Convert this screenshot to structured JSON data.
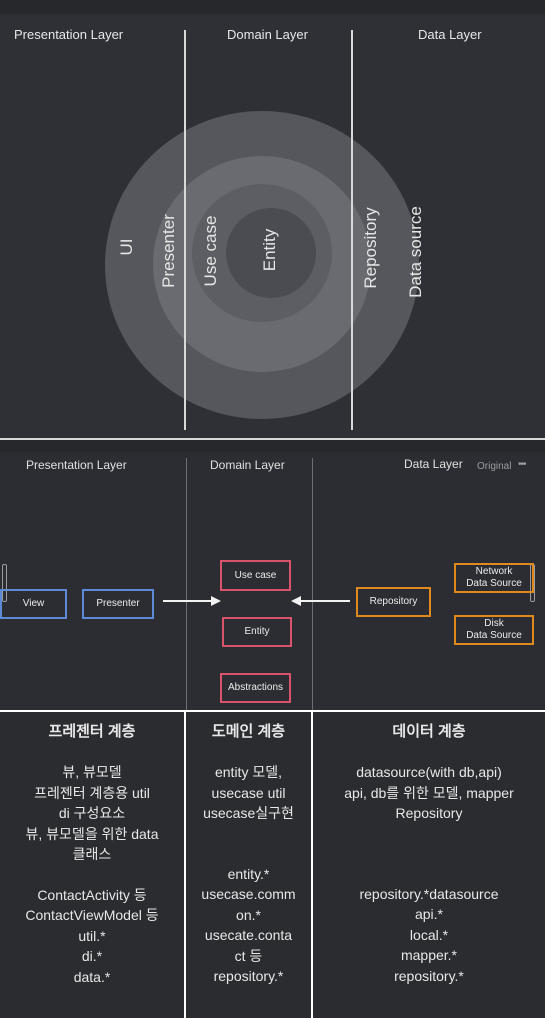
{
  "top_diagram": {
    "headers": [
      "Presentation Layer",
      "Domain Layer",
      "Data Layer"
    ],
    "ring_labels": [
      "UI",
      "Presenter",
      "Use case",
      "Entity",
      "Repository",
      "Data source"
    ]
  },
  "mid_diagram": {
    "headers": [
      "Presentation Layer",
      "Domain Layer",
      "Data Layer"
    ],
    "toolbar": {
      "original_label": "Original",
      "more_label": "•••"
    },
    "boxes": {
      "view": "View",
      "presenter": "Presenter",
      "use_case": "Use case",
      "entity": "Entity",
      "abstractions": "Abstractions",
      "repository": "Repository",
      "network_data_source": "Network\nData Source",
      "disk_data_source": "Disk\nData Source"
    }
  },
  "table": {
    "columns": [
      {
        "header": "프레젠터 계층",
        "row1": "뷰, 뷰모델\n프레젠터 계층용 util\ndi 구성요소\n뷰, 뷰모델을 위한 data\n클래스",
        "row2": "ContactActivity 등\nContactViewModel 등\nutil.*\ndi.*\ndata.*"
      },
      {
        "header": "도메인 계층",
        "row1": "entity 모델,\nusecase util\nusecase실구현",
        "row2": "entity.*\nusecase.comm\non.*\nusecate.conta\nct 등\nrepository.*"
      },
      {
        "header": "데이터 계층",
        "row1": "datasource(with db,api)\napi, db를 위한 모델, mapper\nRepository",
        "row2": "repository.*datasource\napi.*\nlocal.*\nmapper.*\nrepository.*"
      }
    ]
  }
}
